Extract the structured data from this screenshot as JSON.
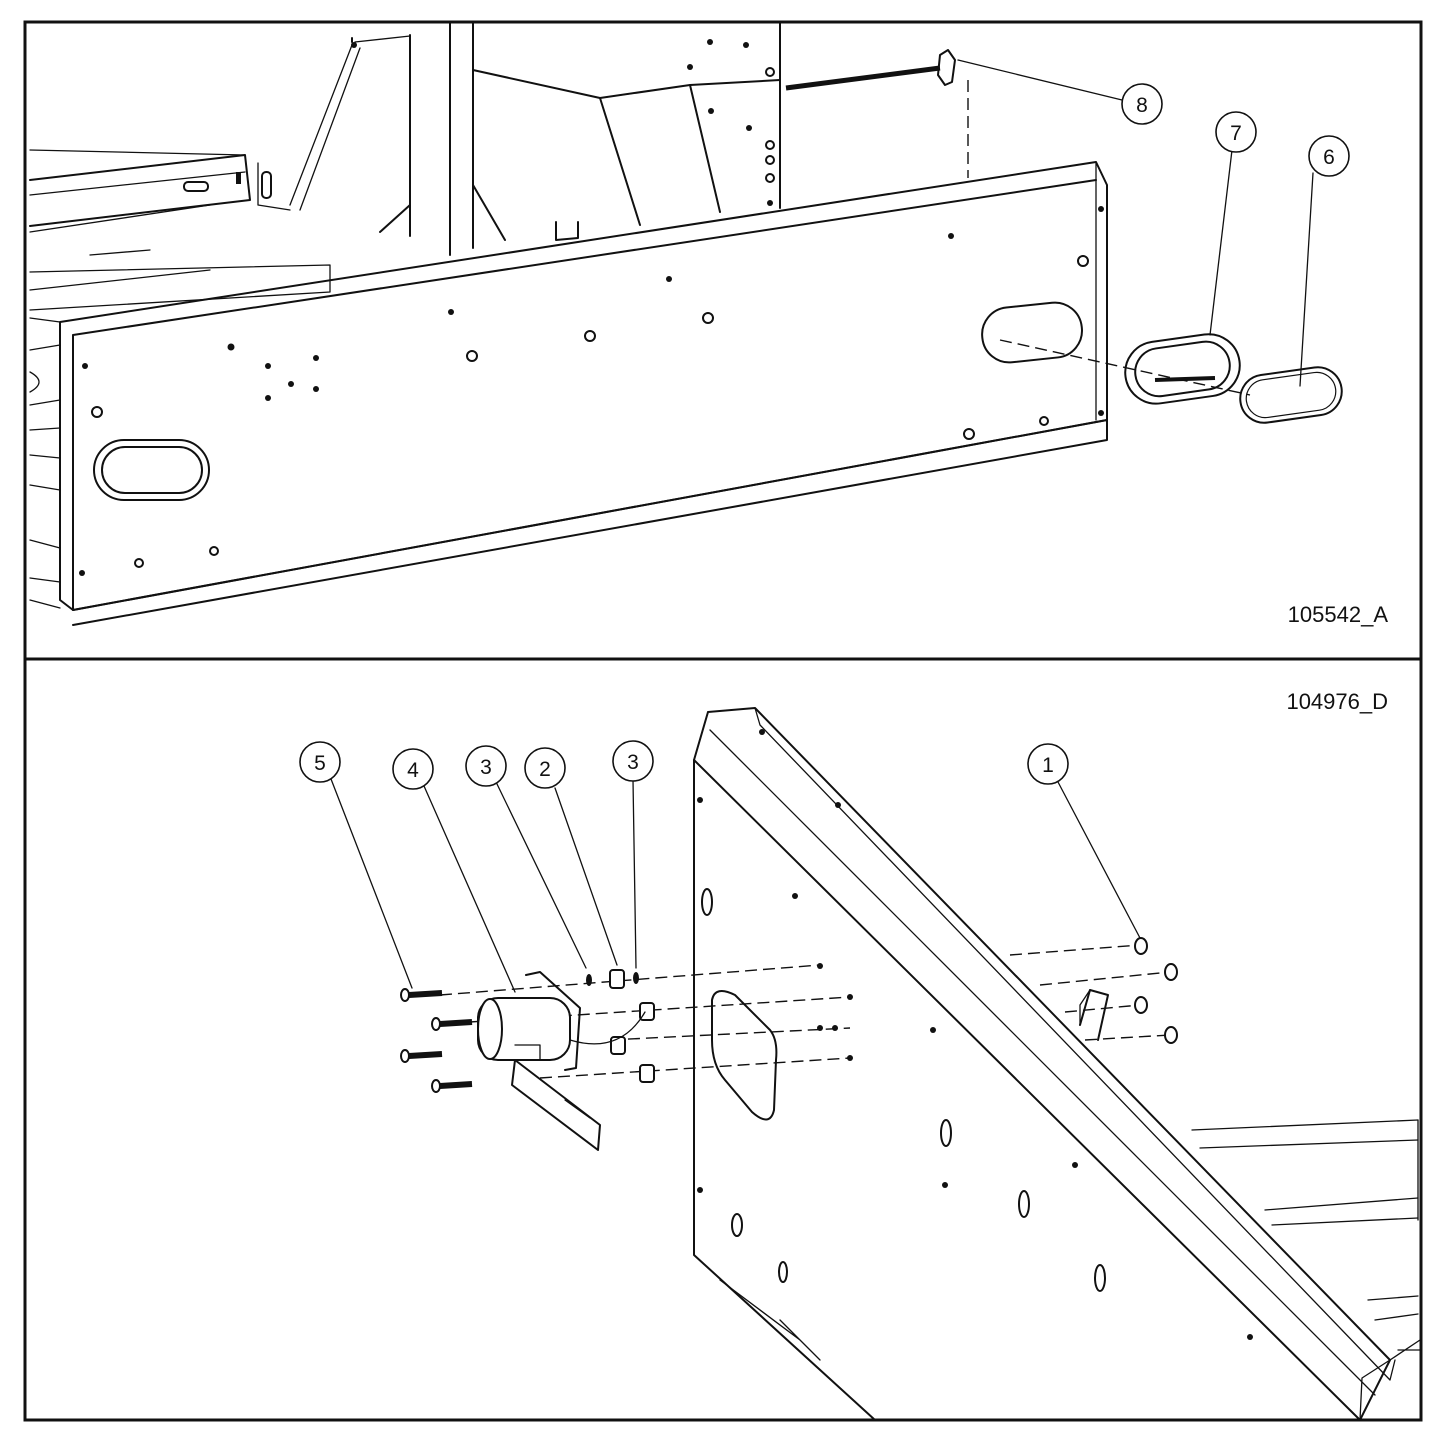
{
  "panels": [
    {
      "id": "top",
      "drawing_code": "105542_A",
      "callouts": [
        "8",
        "7",
        "6"
      ]
    },
    {
      "id": "bottom",
      "drawing_code": "104976_D",
      "callouts": [
        "5",
        "4",
        "3",
        "2",
        "3",
        "1"
      ]
    }
  ]
}
